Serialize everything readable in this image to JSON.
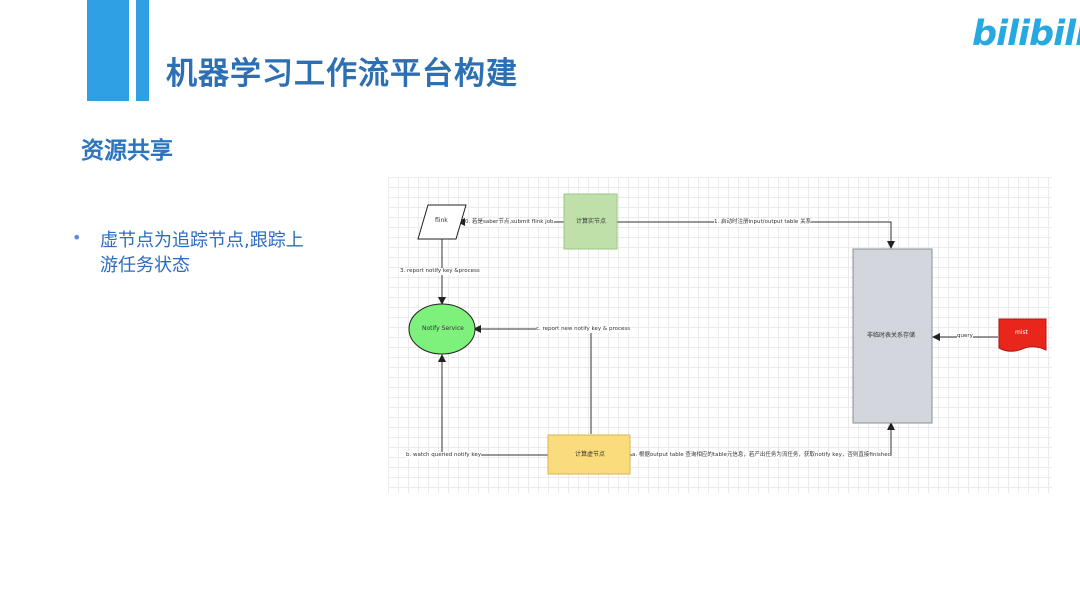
{
  "slide": {
    "title": "机器学习工作流平台构建",
    "logo": "bilibili",
    "subtitle": "资源共享",
    "bullet": "虚节点为追踪节点,跟踪上游任务状态"
  },
  "diagram": {
    "nodes": {
      "flink": "flink",
      "green_compute": "计算实节点",
      "notify_service": "Notify Service",
      "storage": "非临时表关系存储",
      "mist": "mist",
      "yellow_compute": "计算虚节点"
    },
    "edges": {
      "e0": "0. 若是saber节点,submit flink job",
      "e1": "1. 启动时注册input/output table 关系",
      "e3": "3. report notify key &process",
      "ec": "c. report new notify key & process",
      "eq": "query",
      "eb": "b. watch queried notify key",
      "ea": "a. 根据output table 查询相应的table元信息，若产出任务为流任务，获取notify key，否则直接finished"
    },
    "colors": {
      "green_node": "#bfe0a8",
      "notify_fill": "#7ef07c",
      "storage_fill": "#d3d6dc",
      "mist_fill": "#e8261c",
      "yellow_node": "#fbdc7c"
    }
  }
}
